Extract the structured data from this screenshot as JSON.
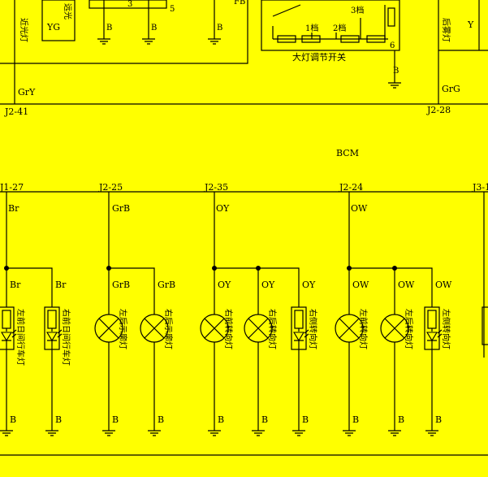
{
  "colors": {
    "background": "#ffff00",
    "ink": "#000000"
  },
  "top": {
    "switch_label": "大灯调节开关",
    "switch_positions": [
      "1档",
      "2档",
      "3档"
    ],
    "top_box_label": "YG",
    "top_side_label": "Y",
    "wire_left": "GrY",
    "wire_right": "GrG",
    "left_vertical_text": "近光灯",
    "right_vertical_text": "后雾灯",
    "top_box_small_text": "远光",
    "ground": "B",
    "pin_top_right": "6",
    "connector_left": "J2-41",
    "connector_right": "J2-28",
    "top_fragment_1": "FB",
    "top_fragment_2": "3",
    "top_fragment_3": "5"
  },
  "bcm_label": "BCM",
  "groups": [
    {
      "connector": "J1-27",
      "wire": "Br"
    },
    {
      "connector": "J2-25",
      "wire": "GrB"
    },
    {
      "connector": "J2-35",
      "wire": "OY"
    },
    {
      "connector": "J2-24",
      "wire": "OW"
    },
    {
      "connector": "J3-1",
      "wire": ""
    }
  ],
  "loads": [
    {
      "wire": "Br",
      "type": "led",
      "label": "左前日间行车灯"
    },
    {
      "wire": "Br",
      "type": "led",
      "label": "右前日间行车灯"
    },
    {
      "wire": "GrB",
      "type": "lamp",
      "label": "左后示廓灯"
    },
    {
      "wire": "GrB",
      "type": "lamp",
      "label": "右后示廓灯"
    },
    {
      "wire": "OY",
      "type": "lamp",
      "label": "右前转向灯"
    },
    {
      "wire": "OY",
      "type": "lamp",
      "label": "右后转向灯"
    },
    {
      "wire": "OY",
      "type": "led",
      "label": "右侧转向灯"
    },
    {
      "wire": "OW",
      "type": "lamp",
      "label": "左前转向灯"
    },
    {
      "wire": "OW",
      "type": "lamp",
      "label": "左后转向灯"
    },
    {
      "wire": "OW",
      "type": "led",
      "label": "左侧转向灯"
    }
  ],
  "ground_label": "B"
}
